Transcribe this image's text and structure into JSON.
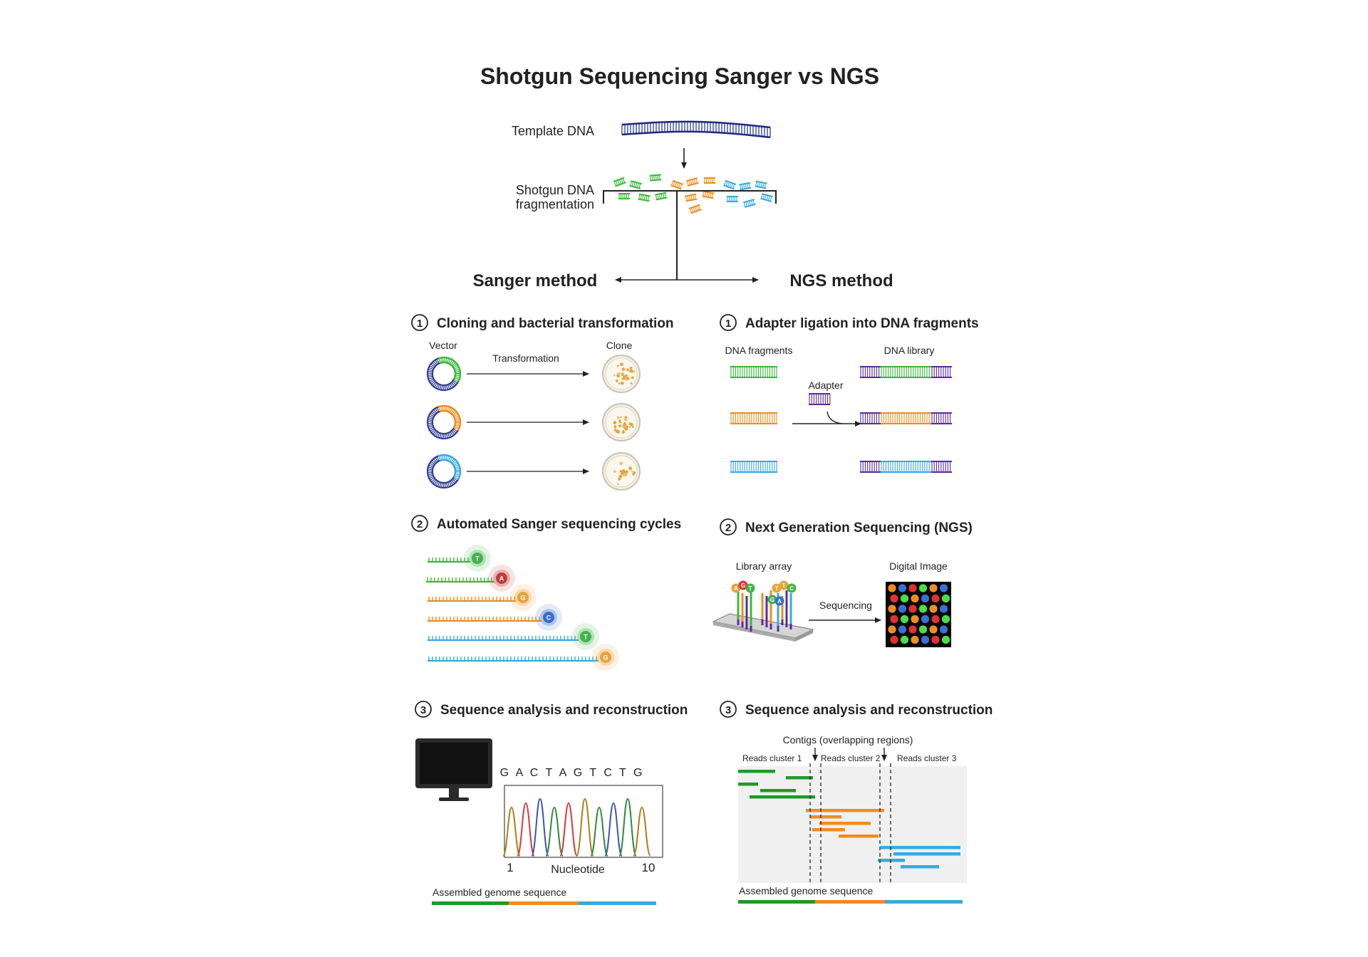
{
  "title": "Shotgun Sequencing Sanger vs NGS",
  "top": {
    "template_label": "Template DNA",
    "fragmentation_label_1": "Shotgun DNA",
    "fragmentation_label_2": "fragmentation",
    "sanger_method": "Sanger method",
    "ngs_method": "NGS method"
  },
  "colors": {
    "green": "#3bb83b",
    "orange": "#f08c1e",
    "blue": "#38a9e0",
    "navy": "#2a3a8c",
    "purple": "#5b2d9c",
    "red": "#d63a3a"
  },
  "sanger": {
    "step1": {
      "num": "1",
      "title": "Cloning and bacterial transformation",
      "vector_label": "Vector",
      "transformation_label": "Transformation",
      "clone_label": "Clone"
    },
    "step2": {
      "num": "2",
      "title": "Automated Sanger sequencing cycles",
      "bases": [
        "T",
        "A",
        "G",
        "C",
        "T",
        "G"
      ]
    },
    "step3": {
      "num": "3",
      "title": "Sequence analysis and reconstruction",
      "sequence": "G A C T A G T C T G",
      "axis_start": "1",
      "axis_label": "Nucleotide",
      "axis_end": "10",
      "assembled_label": "Assembled genome sequence"
    }
  },
  "ngs": {
    "step1": {
      "num": "1",
      "title": "Adapter ligation into DNA fragments",
      "fragments_label": "DNA fragments",
      "library_label": "DNA library",
      "adapter_label": "Adapter"
    },
    "step2": {
      "num": "2",
      "title": "Next Generation Sequencing (NGS)",
      "array_label": "Library array",
      "image_label": "Digital Image",
      "sequencing_label": "Sequencing",
      "bases": [
        "A",
        "G",
        "T",
        "G",
        "A",
        "T",
        "T",
        "C"
      ]
    },
    "step3": {
      "num": "3",
      "title": "Sequence analysis and reconstruction",
      "contigs_label": "Contigs (overlapping regions)",
      "cluster1": "Reads cluster 1",
      "cluster2": "Reads cluster 2",
      "cluster3": "Reads cluster 3",
      "assembled_label": "Assembled genome sequence"
    }
  }
}
